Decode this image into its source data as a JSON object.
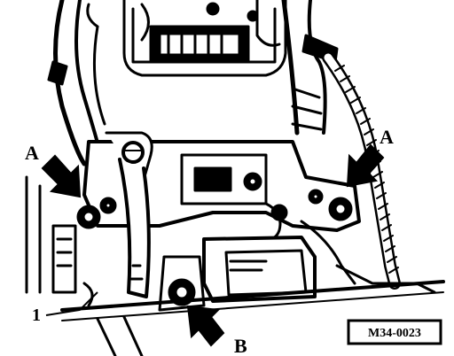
{
  "diagram": {
    "callouts": {
      "a_left": "A",
      "a_right": "A",
      "b": "B",
      "one": "1"
    },
    "reference_code": "M34-0023",
    "ink_color": "#000000",
    "paper_color": "#ffffff"
  }
}
